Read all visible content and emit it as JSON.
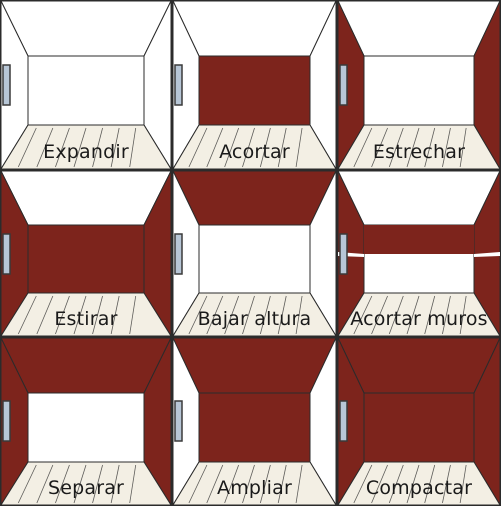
{
  "colors": {
    "paint": "#7d241c",
    "white": "#ffffff",
    "floor": "#f3efe4",
    "line": "#2b2b2b",
    "window_frame": "#3a3a3a",
    "window_glass": "#b7c6d6"
  },
  "cells": [
    {
      "label": "Expandir",
      "ceiling": false,
      "back": false,
      "left": false,
      "right": false,
      "band": false
    },
    {
      "label": "Acortar",
      "ceiling": false,
      "back": true,
      "left": false,
      "right": false,
      "band": false
    },
    {
      "label": "Estrechar",
      "ceiling": false,
      "back": false,
      "left": true,
      "right": true,
      "band": false
    },
    {
      "label": "Estirar",
      "ceiling": false,
      "back": true,
      "left": true,
      "right": true,
      "band": false
    },
    {
      "label": "Bajar altura",
      "ceiling": true,
      "back": false,
      "left": false,
      "right": false,
      "band": false
    },
    {
      "label": "Acortar muros",
      "ceiling": false,
      "back": false,
      "left": true,
      "right": true,
      "band": true
    },
    {
      "label": "Separar",
      "ceiling": true,
      "back": false,
      "left": true,
      "right": true,
      "band": false
    },
    {
      "label": "Ampliar",
      "ceiling": true,
      "back": true,
      "left": false,
      "right": false,
      "band": false
    },
    {
      "label": "Compactar",
      "ceiling": true,
      "back": true,
      "left": true,
      "right": true,
      "band": false
    }
  ]
}
